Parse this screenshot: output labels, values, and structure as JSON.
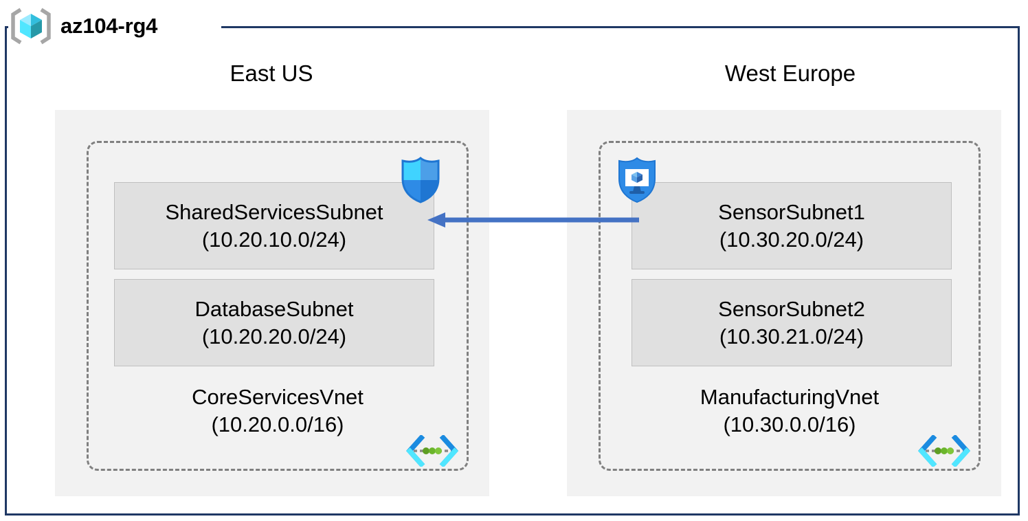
{
  "resource_group": {
    "name": "az104-rg4",
    "icon": "azure-resource-group-icon"
  },
  "colors": {
    "frame_border": "#1F3864",
    "region_fill": "#F2F2F2",
    "vnet_border": "#808080",
    "subnet_fill": "#E0E0E0",
    "subnet_border": "#BFBFBF",
    "arrow": "#4472C4",
    "nsg_shield": "#2E8BE6",
    "vnet_glyph_blue": "#1B8BE0",
    "vnet_glyph_cyan": "#50E6FF",
    "vnet_glyph_dot": "#5E9E23"
  },
  "regions": [
    {
      "label": "East US",
      "vnet": {
        "name": "CoreServicesVnet",
        "cidr": "(10.20.0.0/16)",
        "icon": "virtual-network-icon",
        "subnets": [
          {
            "name": "SharedServicesSubnet",
            "cidr": "(10.20.10.0/24)",
            "badge": "network-security-group-shield-icon"
          },
          {
            "name": "DatabaseSubnet",
            "cidr": "(10.20.20.0/24)",
            "badge": null
          }
        ]
      }
    },
    {
      "label": "West Europe",
      "vnet": {
        "name": "ManufacturingVnet",
        "cidr": "(10.30.0.0/16)",
        "icon": "virtual-network-icon",
        "subnets": [
          {
            "name": "SensorSubnet1",
            "cidr": "(10.30.20.0/24)",
            "badge": "application-security-group-shield-icon"
          },
          {
            "name": "SensorSubnet2",
            "cidr": "(10.30.21.0/24)",
            "badge": null
          }
        ]
      }
    }
  ],
  "connection": {
    "name": "vnet-peering-arrow",
    "direction": "right-to-left",
    "from": "SensorSubnet1",
    "to": "SharedServicesSubnet"
  }
}
